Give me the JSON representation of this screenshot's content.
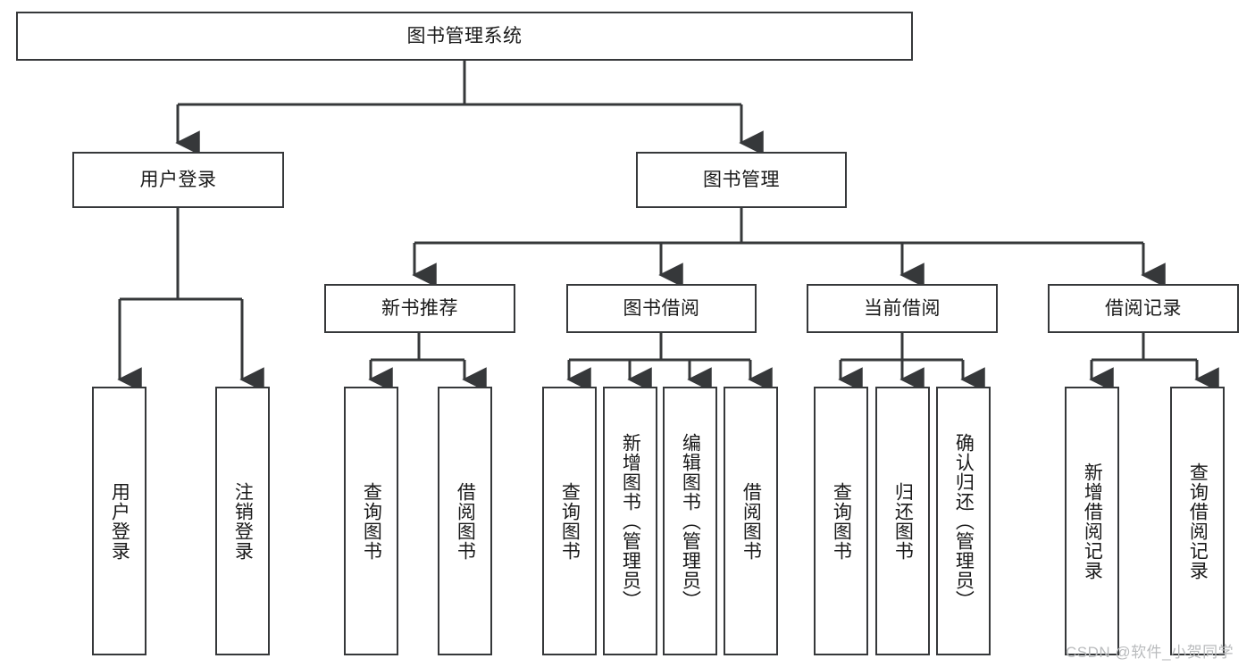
{
  "diagram": {
    "title": "图书管理系统",
    "type": "hierarchy-tree",
    "orientation": "top-down",
    "theme": {
      "background": "#ffffff",
      "box_fill": "#ffffff",
      "box_stroke": "#36383a",
      "connector": "#36383a",
      "text": "#1a1a1a",
      "watermark": "#b9bbbd"
    }
  },
  "nodes": {
    "root": {
      "label": "图书管理系统"
    },
    "level1": [
      {
        "id": "user-login",
        "label": "用户登录"
      },
      {
        "id": "book-manage",
        "label": "图书管理"
      }
    ],
    "level2": [
      {
        "id": "new-book-rec",
        "label": "新书推荐"
      },
      {
        "id": "book-borrow",
        "label": "图书借阅"
      },
      {
        "id": "current-borrow",
        "label": "当前借阅"
      },
      {
        "id": "borrow-record",
        "label": "借阅记录"
      }
    ],
    "leaves": {
      "user_login": [
        {
          "id": "leaf-user-login",
          "label": "用户登录"
        },
        {
          "id": "leaf-logout",
          "label": "注销登录"
        }
      ],
      "new_book_rec": [
        {
          "id": "leaf-query-book-1",
          "label": "查询图书"
        },
        {
          "id": "leaf-borrow-book-1",
          "label": "借阅图书"
        }
      ],
      "book_borrow": [
        {
          "id": "leaf-query-book-2",
          "label": "查询图书"
        },
        {
          "id": "leaf-add-book",
          "label": "新增图书（管理员）"
        },
        {
          "id": "leaf-edit-book",
          "label": "编辑图书（管理员）"
        },
        {
          "id": "leaf-borrow-book-2",
          "label": "借阅图书"
        }
      ],
      "current_borrow": [
        {
          "id": "leaf-query-book-3",
          "label": "查询图书"
        },
        {
          "id": "leaf-return-book",
          "label": "归还图书"
        },
        {
          "id": "leaf-confirm-return",
          "label": "确认归还（管理员）"
        }
      ],
      "borrow_record": [
        {
          "id": "leaf-add-record",
          "label": "新增借阅记录"
        },
        {
          "id": "leaf-query-record",
          "label": "查询借阅记录"
        }
      ]
    }
  },
  "watermark": {
    "text": "CSDN @软件_小贺同学"
  }
}
